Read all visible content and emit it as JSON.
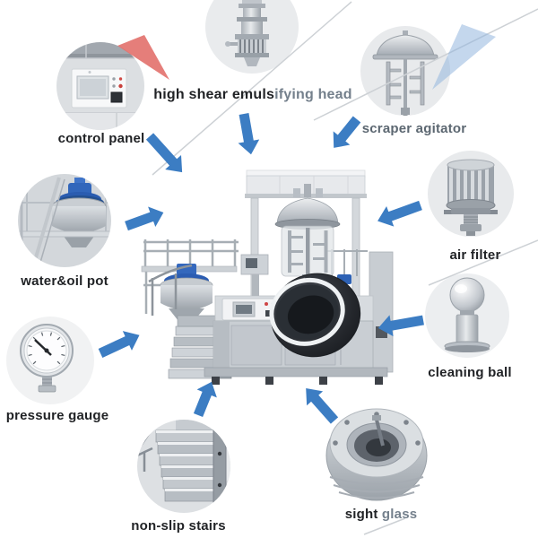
{
  "parts": [
    {
      "id": "control-panel",
      "label": "control panel"
    },
    {
      "id": "high-shear-emulsifying-head",
      "label": "high shear emuls",
      "label_muted": "ifying head"
    },
    {
      "id": "scraper-agitator",
      "label": "scraper agitator"
    },
    {
      "id": "water-oil-pot",
      "label": "water&oil pot"
    },
    {
      "id": "air-filter",
      "label": "air filter"
    },
    {
      "id": "cleaning-ball",
      "label": "cleaning ball"
    },
    {
      "id": "pressure-gauge",
      "label": "pressure gauge"
    },
    {
      "id": "non-slip-stairs",
      "label": "non-slip stairs"
    },
    {
      "id": "sight-glass",
      "label": "sight",
      "label_muted": " glass"
    }
  ],
  "colors": {
    "arrow_blue": "#3c7dc3",
    "accent_red_triangle": "#e2706b",
    "accent_lightblue_triangle": "#93b7de",
    "label_text": "#212326",
    "label_muted_text": "#74808c",
    "background": "#ffffff"
  }
}
